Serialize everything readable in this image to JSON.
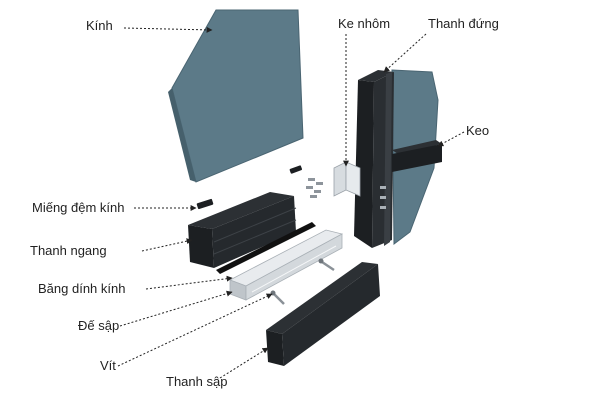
{
  "colors": {
    "glass": "#5f7d8a",
    "glass_edge": "#4a6572",
    "frame_dark": "#1c1f22",
    "frame_side": "#2c3034",
    "aluminum": "#cfd5da",
    "leader": "#222222"
  },
  "labels": {
    "kinh": "Kính",
    "ke_nhom": "Ke nhôm",
    "thanh_dung": "Thanh đứng",
    "keo": "Keo",
    "mieng_dem_kinh": "Miếng đệm kính",
    "thanh_ngang": "Thanh ngang",
    "bang_dinh_kinh": "Băng dính kính",
    "de_sap": "Đế sập",
    "vit": "Vít",
    "thanh_sap": "Thanh sập"
  }
}
